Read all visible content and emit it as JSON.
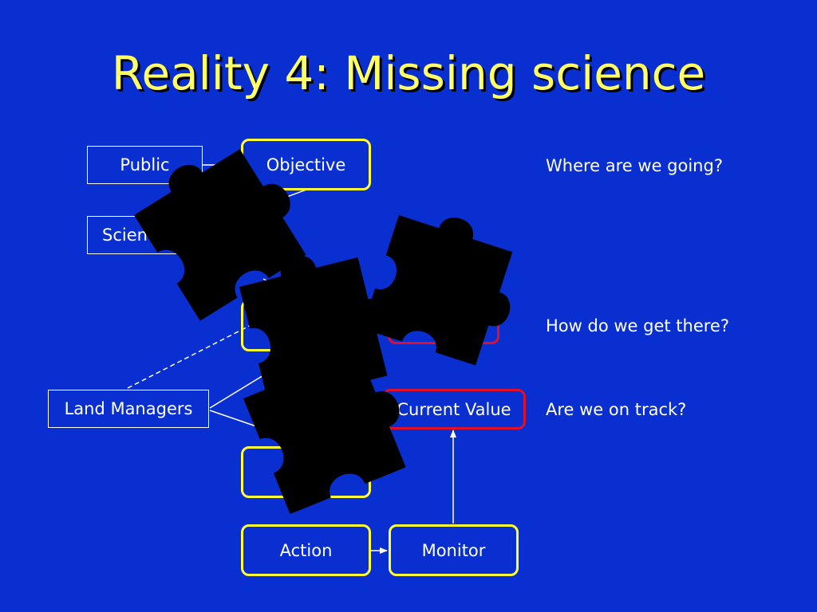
{
  "slide": {
    "title": "Reality 4: Missing science"
  },
  "diagram": {
    "boxes": {
      "public": "Public",
      "objective": "Objective",
      "science_partial": "Scien",
      "land_managers": "Land Managers",
      "current_value": "Current Value",
      "action": "Action",
      "monitor": "Monitor"
    },
    "questions": {
      "where": "Where are we going?",
      "how": "How do we get there?",
      "track": "Are we on track?"
    }
  },
  "colors": {
    "background": "#0a2fd0",
    "title": "#ffff66",
    "box_yellow": "#ffff33",
    "box_red": "#e0102a",
    "puzzle": "#000000"
  },
  "icons": [
    "puzzle-piece-icon"
  ]
}
